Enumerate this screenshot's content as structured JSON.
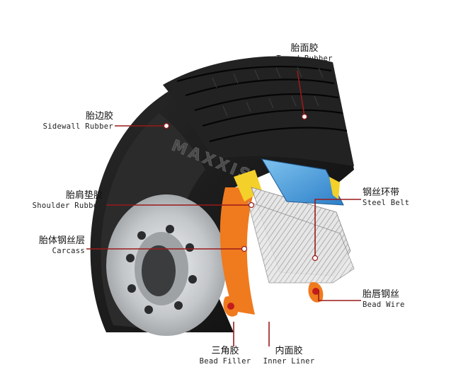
{
  "diagram": {
    "brand_text": "MAXXIS",
    "labels": {
      "tread_rubber": {
        "zh": "胎面胶",
        "en": "Tread Rubber"
      },
      "sidewall_rubber": {
        "zh": "胎边胶",
        "en": "Sidewall Rubber"
      },
      "shoulder_rubber": {
        "zh": "胎肩垫胶",
        "en": "Shoulder Rubber"
      },
      "carcass": {
        "zh": "胎体钢丝层",
        "en": "Carcass"
      },
      "steel_belt": {
        "zh": "钢丝环带",
        "en": "Steel Belt"
      },
      "bead_wire": {
        "zh": "胎唇钢丝",
        "en": "Bead Wire"
      },
      "bead_filler": {
        "zh": "三角胶",
        "en": "Bead Filler"
      },
      "inner_liner": {
        "zh": "内面胶",
        "en": "Inner Liner"
      }
    },
    "colors": {
      "tire_dark": "#1a1a1a",
      "tire_mid": "#3a3a3a",
      "rim_silver": "#c9cbcd",
      "layer_orange": "#f07a1e",
      "layer_yellow": "#f4d02a",
      "belt_blue": "#3b8fd6",
      "leader_red": "#9a1a1a"
    }
  }
}
